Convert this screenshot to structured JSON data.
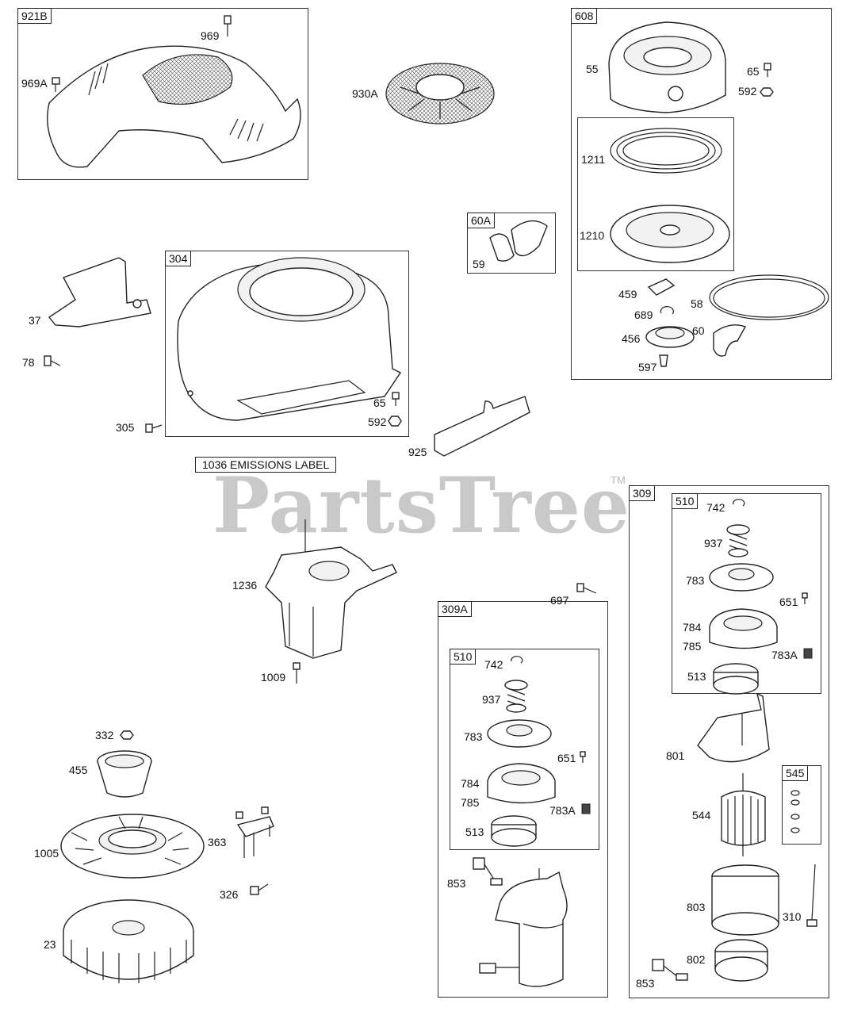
{
  "watermark": {
    "brand": "PartsTree",
    "tm": "TM"
  },
  "groups": {
    "g921B": "921B",
    "g608": "608",
    "g60A": "60A",
    "g304": "304",
    "g1036": "1036 EMISSIONS LABEL",
    "g309": "309",
    "g510a": "510",
    "g309A": "309A",
    "g510b": "510",
    "g545": "545"
  },
  "labels": {
    "p969": "969",
    "p969A": "969A",
    "p930A": "930A",
    "p55": "55",
    "p65a": "65",
    "p592a": "592",
    "p1211": "1211",
    "p1210": "1210",
    "p59": "59",
    "p459": "459",
    "p689": "689",
    "p58": "58",
    "p456": "456",
    "p60": "60",
    "p597": "597",
    "p37": "37",
    "p78": "78",
    "p305": "305",
    "p65b": "65",
    "p592b": "592",
    "p925": "925",
    "p1236": "1236",
    "p1009": "1009",
    "p697": "697",
    "p742a": "742",
    "p937a": "937",
    "p783a": "783",
    "p651a": "651",
    "p784a": "784",
    "p785a": "785",
    "p783Aa": "783A",
    "p513a": "513",
    "p801": "801",
    "p544": "544",
    "p803": "803",
    "p310": "310",
    "p802": "802",
    "p853a": "853",
    "p742b": "742",
    "p937b": "937",
    "p783b": "783",
    "p651b": "651",
    "p784b": "784",
    "p785b": "785",
    "p783Ab": "783A",
    "p513b": "513",
    "p853b": "853",
    "p332": "332",
    "p455": "455",
    "p1005": "1005",
    "p23": "23",
    "p363": "363",
    "p326": "326"
  },
  "colors": {
    "line": "#222222",
    "watermark": "#c9c9c9",
    "background": "#ffffff"
  }
}
